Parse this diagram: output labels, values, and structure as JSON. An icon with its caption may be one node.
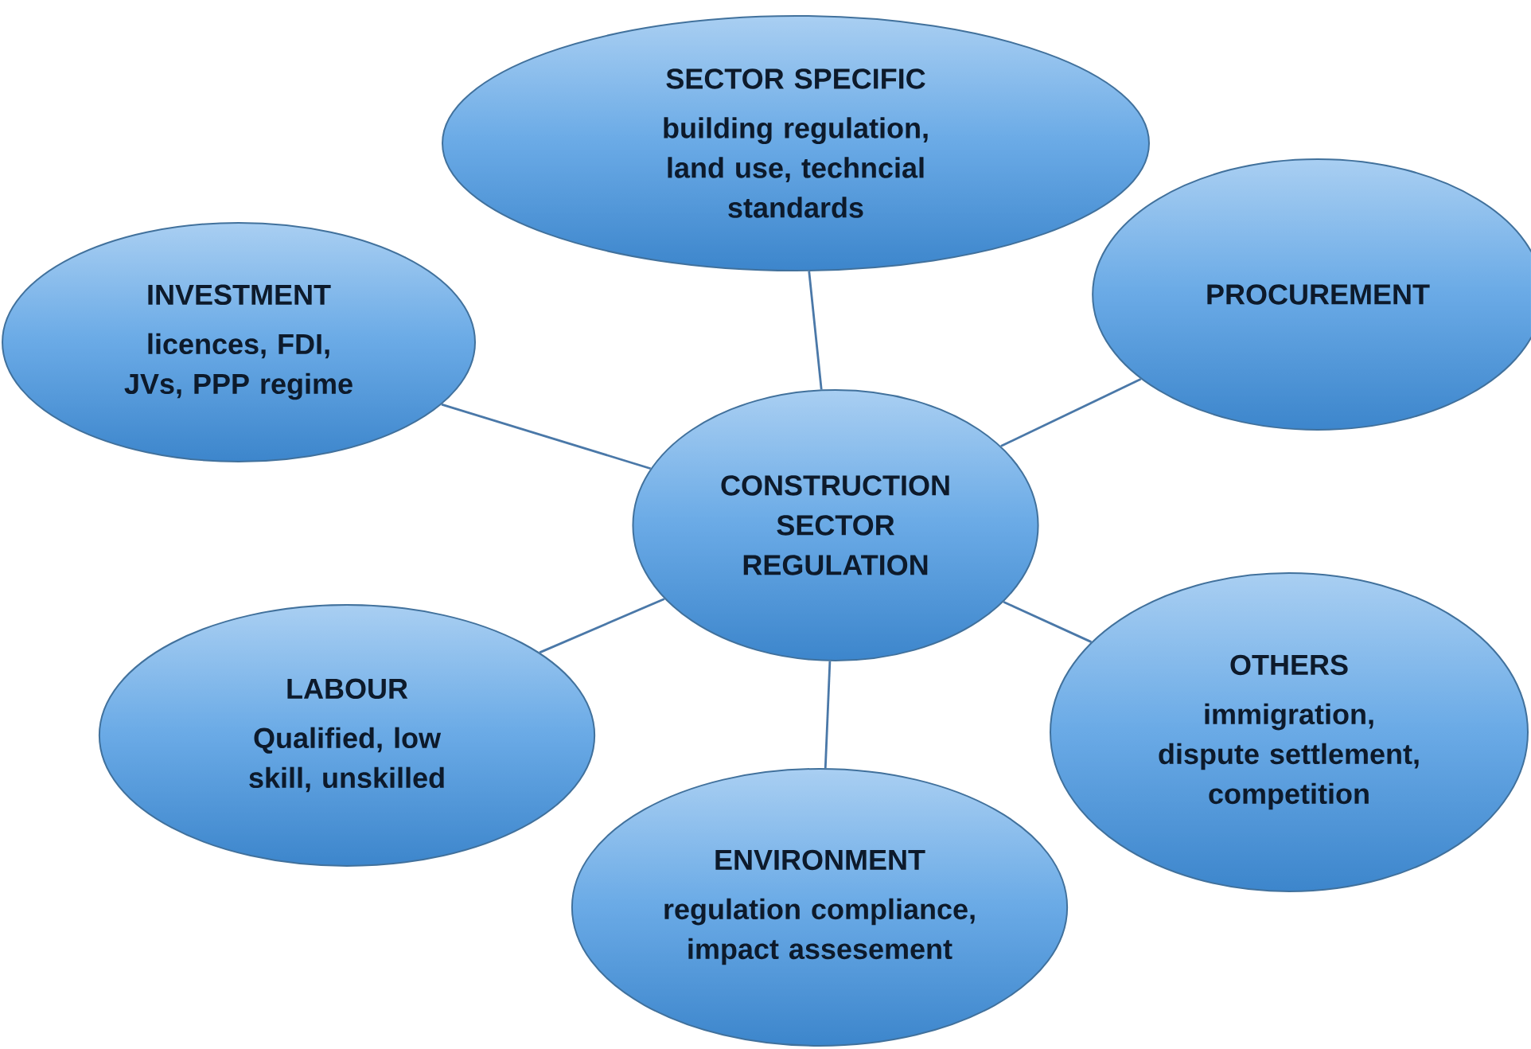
{
  "diagram": {
    "nodes": [
      {
        "text": [
          "SECTOR SPECIFIC",
          "building regulation, land use, techncial standards"
        ]
      },
      {
        "text": [
          "INVESTMENT",
          "licences, FDI, JVs, PPP regime"
        ]
      },
      {
        "text": [
          "PROCUREMENT"
        ]
      },
      {
        "text": [
          "CONSTRUCTION SECTOR REGULATION"
        ]
      },
      {
        "text": [
          "OTHERS",
          "immigration, dispute settlement, competition"
        ]
      },
      {
        "text": [
          "LABOUR",
          "Qualified, low skill, unskilled"
        ]
      },
      {
        "text": [
          "ENVIRONMENT",
          "regulation compliance, impact assesement"
        ]
      }
    ],
    "edges": [
      {
        "from": 3,
        "to": 0,
        "arrow": "none"
      },
      {
        "from": 3,
        "to": 1,
        "arrow": "none"
      },
      {
        "from": 3,
        "to": 2,
        "arrow": "none"
      },
      {
        "from": 3,
        "to": 4,
        "arrow": "none"
      },
      {
        "from": 3,
        "to": 5,
        "arrow": "none"
      },
      {
        "from": 3,
        "to": 6,
        "arrow": "none"
      }
    ]
  }
}
